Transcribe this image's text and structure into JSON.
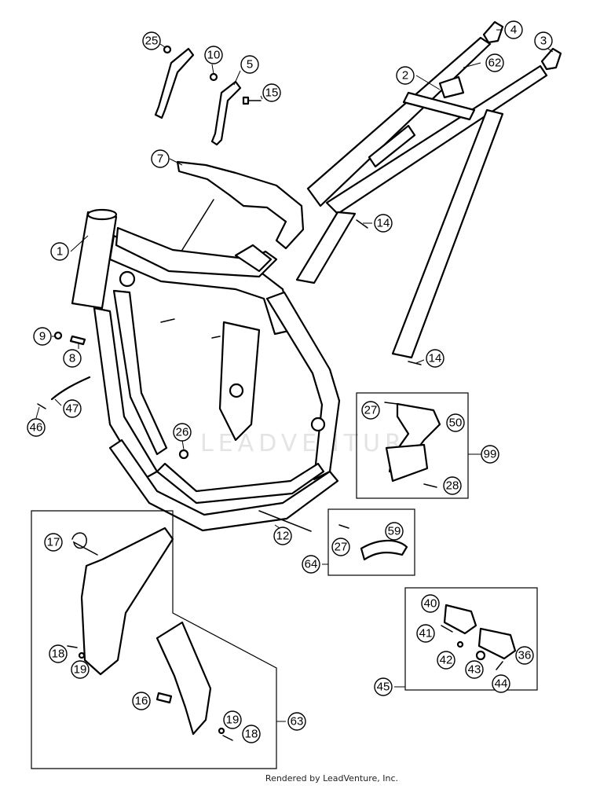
{
  "watermark": "LEADVENTURE",
  "credit": "Rendered by LeadVenture, Inc.",
  "callouts": [
    "1",
    "2",
    "3",
    "4",
    "5",
    "7",
    "8",
    "9",
    "10",
    "12",
    "14",
    "14",
    "15",
    "16",
    "17",
    "18",
    "18",
    "19",
    "19",
    "25",
    "26",
    "27",
    "27",
    "28",
    "36",
    "40",
    "41",
    "42",
    "43",
    "44",
    "45",
    "46",
    "47",
    "50",
    "59",
    "62",
    "63",
    "64",
    "99"
  ]
}
